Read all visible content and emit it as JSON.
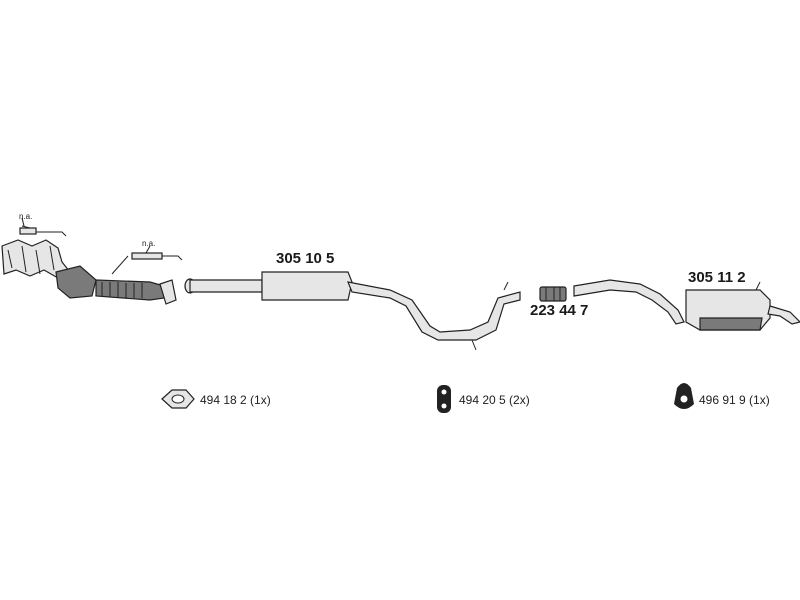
{
  "parts": {
    "middle_silencer": "305 10 5",
    "rear_silencer": "305 11 2",
    "clamp": "223 44 7",
    "sensor_note_1": "n.a.",
    "sensor_note_2": "n.a."
  },
  "accessories": [
    {
      "icon": "gasket-icon",
      "label": "494 18 2 (1x)"
    },
    {
      "icon": "rubber-hanger-icon",
      "label": "494 20 5 (2x)"
    },
    {
      "icon": "rubber-mount-icon",
      "label": "496 91 9 (1x)"
    }
  ]
}
